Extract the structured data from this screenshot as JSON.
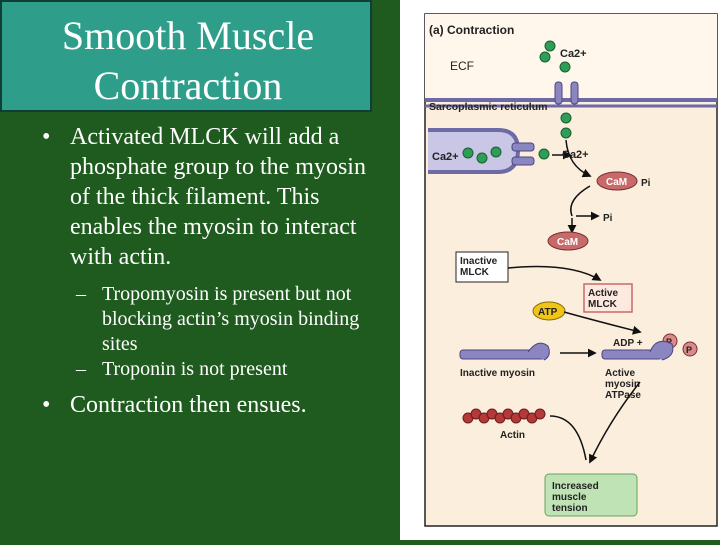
{
  "title": {
    "line1": "Smooth Muscle",
    "line2": "Contraction"
  },
  "bullets": {
    "main1": "Activated MLCK will add a phosphate group to the myosin of the thick filament.  This enables the myosin to interact with actin.",
    "sub1": "Tropomyosin is present but not blocking actin’s myosin binding sites",
    "sub2": "Troponin is not present",
    "main2": "Contraction then ensues."
  },
  "diagram": {
    "heading": "(a) Contraction",
    "ecf": "ECF",
    "sr_label": "Sarcoplasmic reticulum",
    "ca_top": "Ca2+",
    "ca_left": "Ca2+",
    "ca_right": "Ca2+",
    "cam_pi": "CaM",
    "pi_1": "Pi",
    "pi_2": "Pi",
    "cam": "CaM",
    "inactive_mlck": "Inactive MLCK",
    "active_mlck": "Active MLCK",
    "atp": "ATP",
    "adp": "ADP +",
    "p1": "P",
    "p2": "P",
    "inactive_myosin": "Inactive myosin",
    "active_myosin": "Active myosin ATPase",
    "actin": "Actin",
    "tension": "Increased muscle tension"
  },
  "colors": {
    "background": "#1f5a1f",
    "title_box": "#2e9e8a",
    "panel_bg": "#fbeedd",
    "sr_purple": "#6e6aa6",
    "ca_green": "#2e9e56",
    "cam_red": "#c96a6a",
    "atp_yellow": "#f0c419",
    "tension_green": "#bfe3b5"
  }
}
